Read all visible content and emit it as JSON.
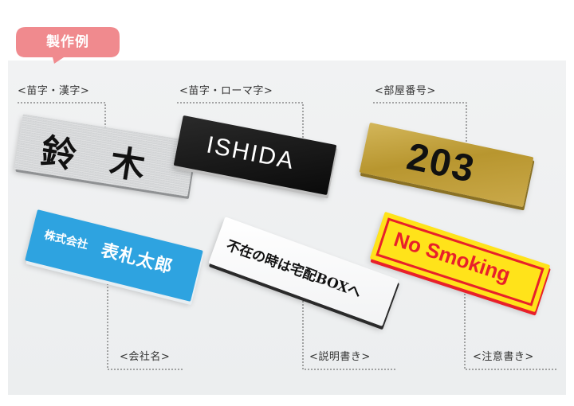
{
  "header": {
    "badge_label": "製作例",
    "badge_color": "#f08a8e"
  },
  "plates": {
    "kanji_name": {
      "caption": "<苗字・漢字>",
      "text": "鈴 木",
      "material": "silver-hairline",
      "text_color": "#111111"
    },
    "roman_name": {
      "caption": "<苗字・ローマ字>",
      "text": "ISHIDA",
      "material": "black",
      "text_color": "#ffffff"
    },
    "room_number": {
      "caption": "<部屋番号>",
      "text": "203",
      "material": "gold",
      "text_color": "#111111"
    },
    "company": {
      "caption": "<会社名>",
      "line1": "株式会社",
      "line2": "表札太郎",
      "material": "blue",
      "color": "#2ea3e0",
      "text_color": "#ffffff"
    },
    "description": {
      "caption": "<説明書き>",
      "text": "不在の時は宅配BOXへ",
      "material": "white",
      "text_color": "#111111"
    },
    "notice": {
      "caption": "<注意書き>",
      "text": "No Smoking",
      "material": "yellow",
      "color": "#ffe31a",
      "text_color": "#e8202a"
    }
  }
}
